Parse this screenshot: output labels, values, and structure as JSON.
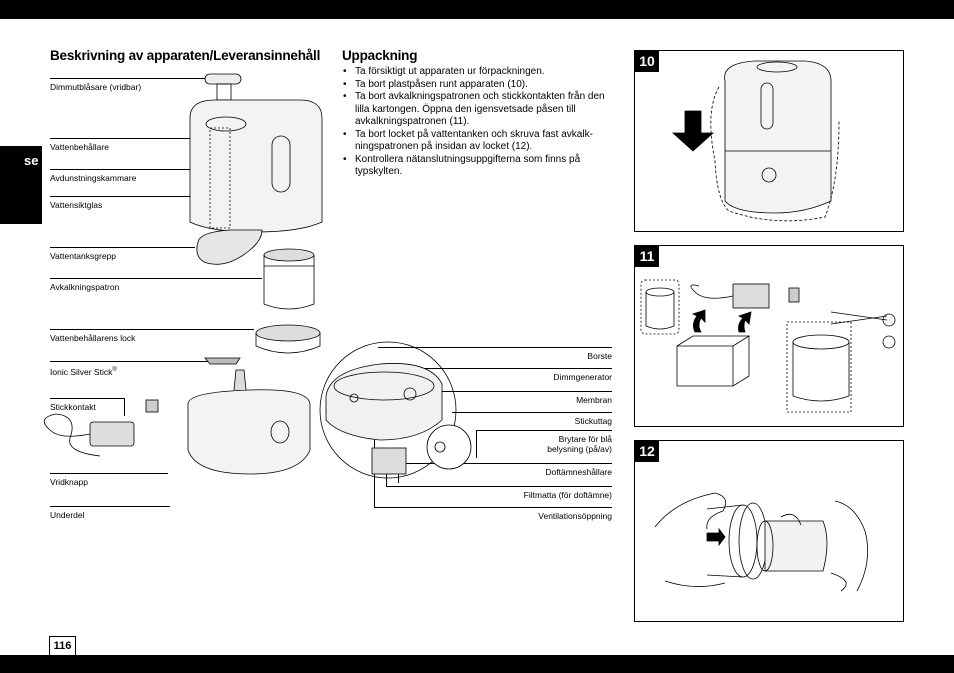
{
  "language_tab": "se",
  "page_number": "116",
  "left_section": {
    "heading": "Beskrivning av apparaten/Leveransinnehåll",
    "labels": [
      "Dimmutblåsare (vridbar)",
      "Vattenbehållare",
      "Avdunstningskammare",
      "Vattensiktglas",
      "Vattentanksgrepp",
      "Avkalkningspatron",
      "Vattenbehållarens lock",
      "Ionic Silver Stick",
      "Stickkontakt",
      "Vridknapp",
      "Underdel"
    ],
    "registered_mark": "®",
    "right_labels": [
      "Borste",
      "Dimmgenerator",
      "Membran",
      "Stickuttag",
      "Brytare för blå belysning (på/av)",
      "Doftämneshållare",
      "Filtmatta (för doftämne)",
      "Ventilationsöppning"
    ]
  },
  "unpacking": {
    "heading": "Uppackning",
    "steps": [
      "Ta försiktigt ut apparaten ur förpackningen.",
      "Ta bort plastpåsen runt apparaten (10).",
      "Ta bort avkalkningspatronen och stickkontakten från den lilla kartongen. Öppna den igensvetsade påsen till avkalkningspatronen (11).",
      "Ta bort locket på vattentanken och skruva fast avkalk-ningspatronen på insidan av locket (12).",
      "Kontrollera nätanslutningsuppgifterna som finns på typskylten."
    ]
  },
  "figures": [
    "10",
    "11",
    "12"
  ],
  "colors": {
    "bar": "#000000",
    "text": "#000000",
    "background": "#ffffff"
  }
}
